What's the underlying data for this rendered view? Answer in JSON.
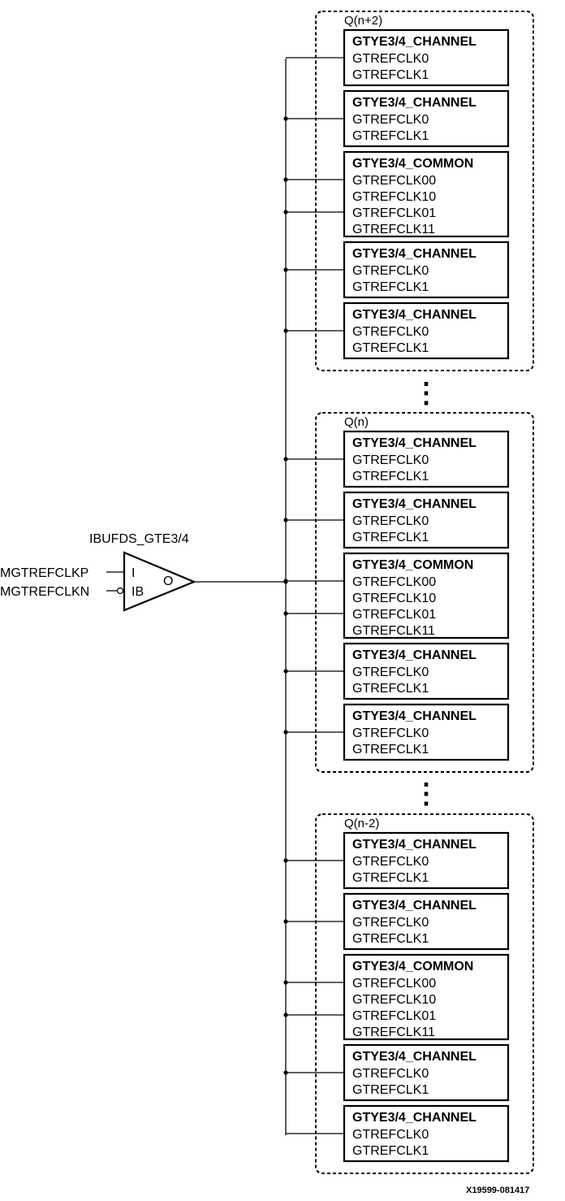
{
  "buffer": {
    "name": "IBUFDS_GTE3/4",
    "pin_i": "I",
    "pin_ib": "IB",
    "pin_o": "O",
    "input_p": "MGTREFCLKP",
    "input_n": "MGTREFCLKN"
  },
  "ellipsis": "⋮",
  "figure_id": "X19599-081417",
  "quads": [
    {
      "label": "Q(n+2)",
      "blocks": [
        {
          "title": "GTYE3/4_CHANNEL",
          "ports": [
            "GTREFCLK0",
            "GTREFCLK1"
          ]
        },
        {
          "title": "GTYE3/4_CHANNEL",
          "ports": [
            "GTREFCLK0",
            "GTREFCLK1"
          ]
        },
        {
          "title": "GTYE3/4_COMMON",
          "ports": [
            "GTREFCLK00",
            "GTREFCLK10",
            "GTREFCLK01",
            "GTREFCLK11"
          ]
        },
        {
          "title": "GTYE3/4_CHANNEL",
          "ports": [
            "GTREFCLK0",
            "GTREFCLK1"
          ]
        },
        {
          "title": "GTYE3/4_CHANNEL",
          "ports": [
            "GTREFCLK0",
            "GTREFCLK1"
          ]
        }
      ]
    },
    {
      "label": "Q(n)",
      "blocks": [
        {
          "title": "GTYE3/4_CHANNEL",
          "ports": [
            "GTREFCLK0",
            "GTREFCLK1"
          ]
        },
        {
          "title": "GTYE3/4_CHANNEL",
          "ports": [
            "GTREFCLK0",
            "GTREFCLK1"
          ]
        },
        {
          "title": "GTYE3/4_COMMON",
          "ports": [
            "GTREFCLK00",
            "GTREFCLK10",
            "GTREFCLK01",
            "GTREFCLK11"
          ]
        },
        {
          "title": "GTYE3/4_CHANNEL",
          "ports": [
            "GTREFCLK0",
            "GTREFCLK1"
          ]
        },
        {
          "title": "GTYE3/4_CHANNEL",
          "ports": [
            "GTREFCLK0",
            "GTREFCLK1"
          ]
        }
      ]
    },
    {
      "label": "Q(n-2)",
      "blocks": [
        {
          "title": "GTYE3/4_CHANNEL",
          "ports": [
            "GTREFCLK0",
            "GTREFCLK1"
          ]
        },
        {
          "title": "GTYE3/4_CHANNEL",
          "ports": [
            "GTREFCLK0",
            "GTREFCLK1"
          ]
        },
        {
          "title": "GTYE3/4_COMMON",
          "ports": [
            "GTREFCLK00",
            "GTREFCLK10",
            "GTREFCLK01",
            "GTREFCLK11"
          ]
        },
        {
          "title": "GTYE3/4_CHANNEL",
          "ports": [
            "GTREFCLK0",
            "GTREFCLK1"
          ]
        },
        {
          "title": "GTYE3/4_CHANNEL",
          "ports": [
            "GTREFCLK0",
            "GTREFCLK1"
          ]
        }
      ]
    }
  ]
}
